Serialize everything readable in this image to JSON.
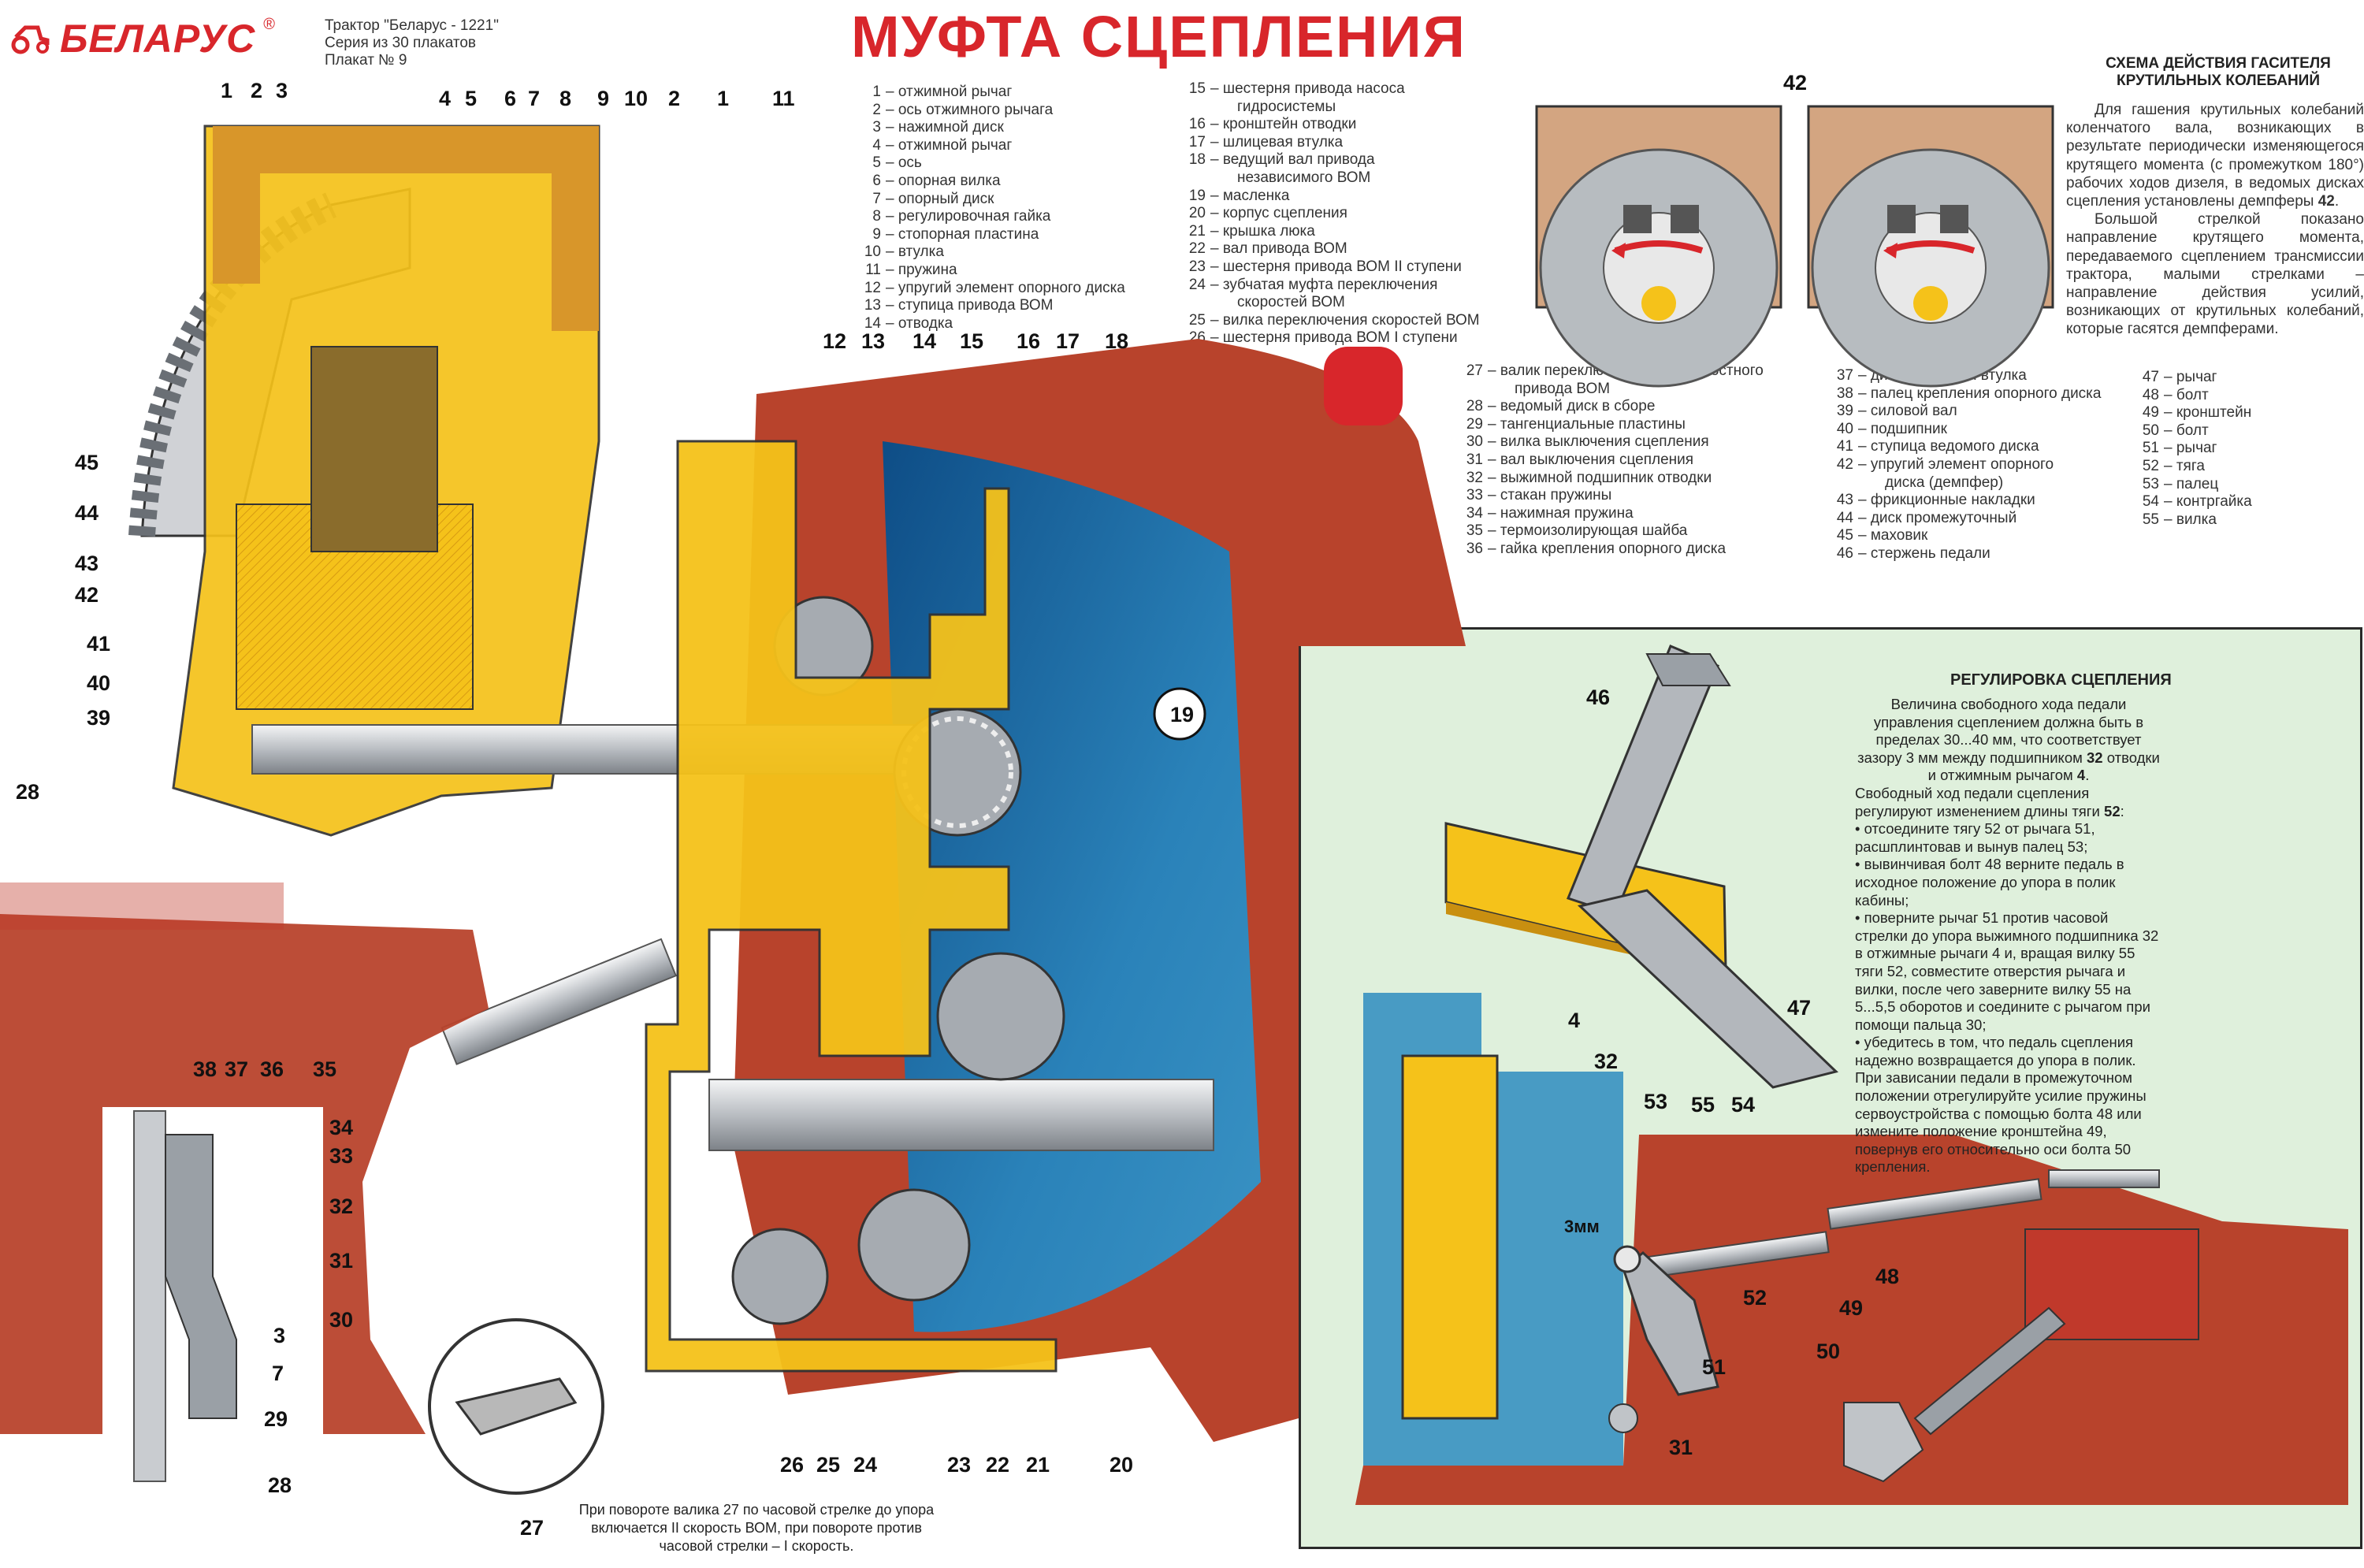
{
  "header": {
    "brand": "БЕЛАРУС",
    "registered": "®",
    "series_lines": [
      "Трактор \"Беларус - 1221\"",
      "Серия из 30 плакатов",
      "Плакат № 9"
    ],
    "title": "МУФТА СЦЕПЛЕНИЯ"
  },
  "legend_1": [
    {
      "n": "1",
      "t": "– отжимной рычаг"
    },
    {
      "n": "2",
      "t": "– ось отжимного рычага"
    },
    {
      "n": "3",
      "t": "– нажимной диск"
    },
    {
      "n": "4",
      "t": "– отжимной рычаг"
    },
    {
      "n": "5",
      "t": "– ось"
    },
    {
      "n": "6",
      "t": "– опорная вилка"
    },
    {
      "n": "7",
      "t": "– опорный диск"
    },
    {
      "n": "8",
      "t": "– регулировочная гайка"
    },
    {
      "n": "9",
      "t": "– стопорная пластина"
    },
    {
      "n": "10",
      "t": "– втулка"
    },
    {
      "n": "11",
      "t": "– пружина"
    },
    {
      "n": "12",
      "t": "– упругий элемент опорного диска"
    },
    {
      "n": "13",
      "t": "– ступица привода ВОМ"
    },
    {
      "n": "14",
      "t": "– отводка"
    }
  ],
  "legend_2": [
    {
      "n": "15",
      "t": "– шестерня привода насоса",
      "c": "гидросистемы"
    },
    {
      "n": "16",
      "t": "– кронштейн отводки"
    },
    {
      "n": "17",
      "t": "– шлицевая втулка"
    },
    {
      "n": "18",
      "t": "– ведущий вал привода",
      "c": "независимого ВОМ"
    },
    {
      "n": "19",
      "t": "– масленка"
    },
    {
      "n": "20",
      "t": "– корпус сцепления"
    },
    {
      "n": "21",
      "t": "– крышка люка"
    },
    {
      "n": "22",
      "t": "– вал привода ВОМ"
    },
    {
      "n": "23",
      "t": "– шестерня привода ВОМ II ступени"
    },
    {
      "n": "24",
      "t": "– зубчатая муфта переключения",
      "c": "скоростей ВОМ"
    },
    {
      "n": "25",
      "t": "– вилка переключения скоростей ВОМ"
    },
    {
      "n": "26",
      "t": "– шестерня привода ВОМ I ступени"
    }
  ],
  "legend_3": [
    {
      "n": "27",
      "t": "– валик переключения двухскоростного",
      "c": "привода ВОМ"
    },
    {
      "n": "28",
      "t": "– ведомый диск в сборе"
    },
    {
      "n": "29",
      "t": "– тангенциальные пластины"
    },
    {
      "n": "30",
      "t": "– вилка выключения сцепления"
    },
    {
      "n": "31",
      "t": "– вал выключения сцепления"
    },
    {
      "n": "32",
      "t": "– выжимной подшипник отводки"
    },
    {
      "n": "33",
      "t": "– стакан пружины"
    },
    {
      "n": "34",
      "t": "– нажимная пружина"
    },
    {
      "n": "35",
      "t": "– термоизолирующая шайба"
    },
    {
      "n": "36",
      "t": "– гайка крепления опорного диска"
    }
  ],
  "legend_4": [
    {
      "n": "37",
      "t": "– дистанционная втулка"
    },
    {
      "n": "38",
      "t": "– палец крепления опорного диска"
    },
    {
      "n": "39",
      "t": "– силовой вал"
    },
    {
      "n": "40",
      "t": "– подшипник"
    },
    {
      "n": "41",
      "t": "– ступица ведомого диска"
    },
    {
      "n": "42",
      "t": "– упругий элемент опорного",
      "c": "диска (демпфер)"
    },
    {
      "n": "43",
      "t": "– фрикционные накладки"
    },
    {
      "n": "44",
      "t": "– диск промежуточный"
    },
    {
      "n": "45",
      "t": "– маховик"
    },
    {
      "n": "46",
      "t": "– стержень педали"
    }
  ],
  "legend_5": [
    {
      "n": "47",
      "t": "– рычаг"
    },
    {
      "n": "48",
      "t": "– болт"
    },
    {
      "n": "49",
      "t": "– кронштейн"
    },
    {
      "n": "50",
      "t": "– болт"
    },
    {
      "n": "51",
      "t": "– рычаг"
    },
    {
      "n": "52",
      "t": "– тяга"
    },
    {
      "n": "53",
      "t": "– палец"
    },
    {
      "n": "54",
      "t": "– контргайка"
    },
    {
      "n": "55",
      "t": "– вилка"
    }
  ],
  "damper": {
    "title_lines": [
      "СХЕМА ДЕЙСТВИЯ ГАСИТЕЛЯ",
      "КРУТИЛЬНЫХ КОЛЕБАНИЙ"
    ],
    "label": "42",
    "text_a": "Для гашения крутильных колебаний коленчатого вала, возникающих в результате периодически изменяющегося крутящего момента (с промежутком 180°) рабочих ходов дизеля, в ведомых дисках сцепления установлены демпферы",
    "text_a_bold": "42",
    "text_b": "Большой стрелкой показано направление крутящего момента, передаваемого сцеплением трансмиссии трактора, малыми стрелками – направление действия усилий, возникающих от крутильных колебаний, которые гасятся демпферами."
  },
  "adjust": {
    "title": "РЕГУЛИРОВКА СЦЕПЛЕНИЯ",
    "p1_a": "Величина свободного хода педали управления сцеплением должна быть в пределах 30...40 мм, что соответствует зазору 3 мм между подшипником",
    "p1_b": "32",
    "p1_c": "отводки и отжимным рычагом",
    "p1_d": "4",
    "p2_a": "Свободный ход педали сцепления регулируют изменением длины тяги",
    "p2_b": "52",
    "steps": [
      "• отсоедините тягу 52 от рычага 51, расшплинтовав и вынув палец 53;",
      "• вывинчивая болт 48 верните педаль в исходное положение до упора в полик кабины;",
      "• поверните рычаг 51 против часовой стрелки до упора выжимного подшипника 32 в отжимные рычаги 4 и, вращая вилку 55 тяги 52, совместите отверстия рычага и вилки, после чего заверните вилку 55 на 5...5,5 оборотов и соедините с рычагом при помощи пальца 30;",
      "• убедитесь в том, что педаль сцепления надежно возвращается до упора в полик. При зависании педали в промежуточном положении отрегулируйте усилие пружины сервоустройства с помощью болта 48 или измените положение кронштейна 49, повернув его относительно оси болта 50 крепления."
    ],
    "gap_label": "3мм"
  },
  "caption": "При повороте валика 27 по часовой стрелке до упора включается II скорость ВОМ, при повороте против часовой стрелки – I скорость.",
  "callouts": {
    "top": [
      "1",
      "2",
      "3",
      "4",
      "5",
      "6",
      "7",
      "8",
      "9",
      "10",
      "2",
      "1",
      "11",
      "12",
      "13",
      "14",
      "15",
      "16",
      "17",
      "18"
    ],
    "left": [
      "45",
      "44",
      "43",
      "42",
      "41",
      "40",
      "39",
      "28"
    ],
    "bottom": [
      "38",
      "37",
      "36",
      "35",
      "34",
      "33",
      "32",
      "31",
      "30",
      "3",
      "7",
      "29",
      "28",
      "27",
      "26",
      "25",
      "24",
      "23",
      "22",
      "21",
      "20",
      "19"
    ],
    "adjust": [
      "46",
      "47",
      "4",
      "32",
      "53",
      "55",
      "54",
      "52",
      "51",
      "31",
      "48",
      "49",
      "50"
    ]
  },
  "colors": {
    "red": "#d8262b",
    "yellow": "#f5c21a",
    "blue": "#1f6fa8",
    "rust": "#b8432c",
    "panel_green": "#dff0dc",
    "steel": "#c9ccd0"
  }
}
